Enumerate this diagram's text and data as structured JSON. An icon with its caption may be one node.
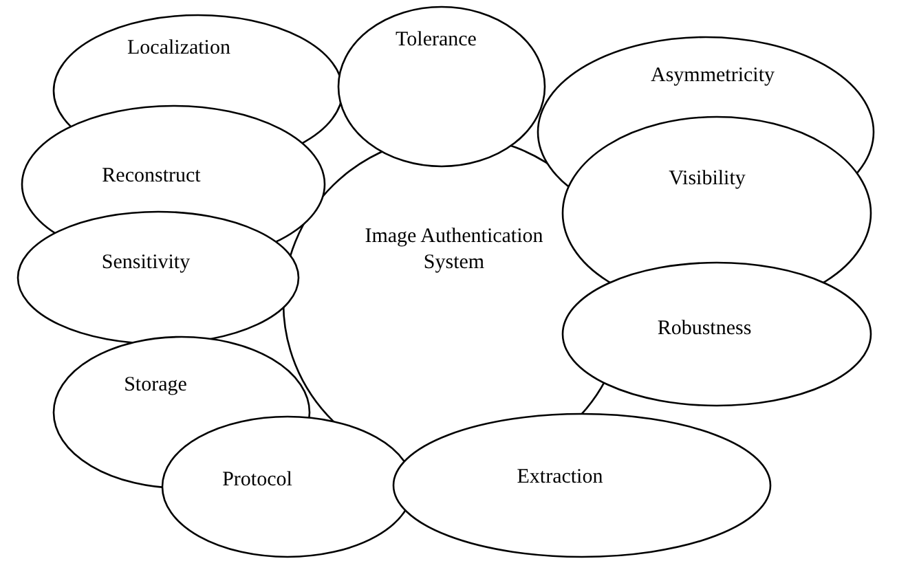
{
  "diagram": {
    "nodes": [
      {
        "text": [
          "Localization"
        ]
      },
      {
        "text": [
          "Tolerance"
        ]
      },
      {
        "text": [
          "Asymmetricity"
        ]
      },
      {
        "text": [
          "Reconstruct"
        ]
      },
      {
        "text": [
          "Visibility"
        ]
      },
      {
        "text": [
          "Image Authentication System"
        ]
      },
      {
        "text": [
          "Sensitivity"
        ]
      },
      {
        "text": [
          "Robustness"
        ]
      },
      {
        "text": [
          "Storage"
        ]
      },
      {
        "text": [
          "Protocol"
        ]
      },
      {
        "text": [
          "Extraction"
        ]
      }
    ]
  }
}
